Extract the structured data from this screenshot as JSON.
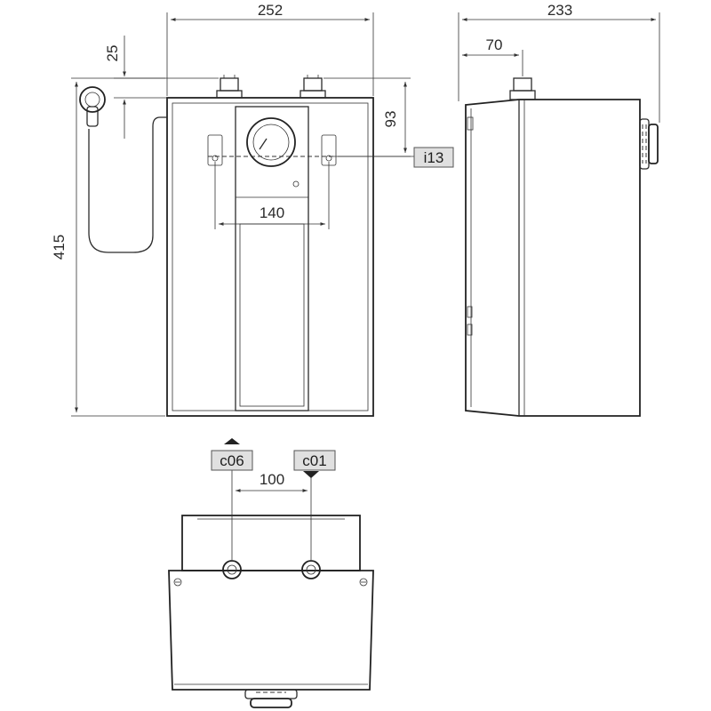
{
  "dimensions": {
    "width_front": "252",
    "depth_side": "233",
    "connection_offset_side": "70",
    "connection_height": "25",
    "mount_hole_height": "93",
    "mount_hole_spacing": "140",
    "height_total": "415",
    "connection_spacing": "100"
  },
  "labels": {
    "mounting": "i13",
    "cold_water": "c06",
    "hot_water": "c01"
  }
}
